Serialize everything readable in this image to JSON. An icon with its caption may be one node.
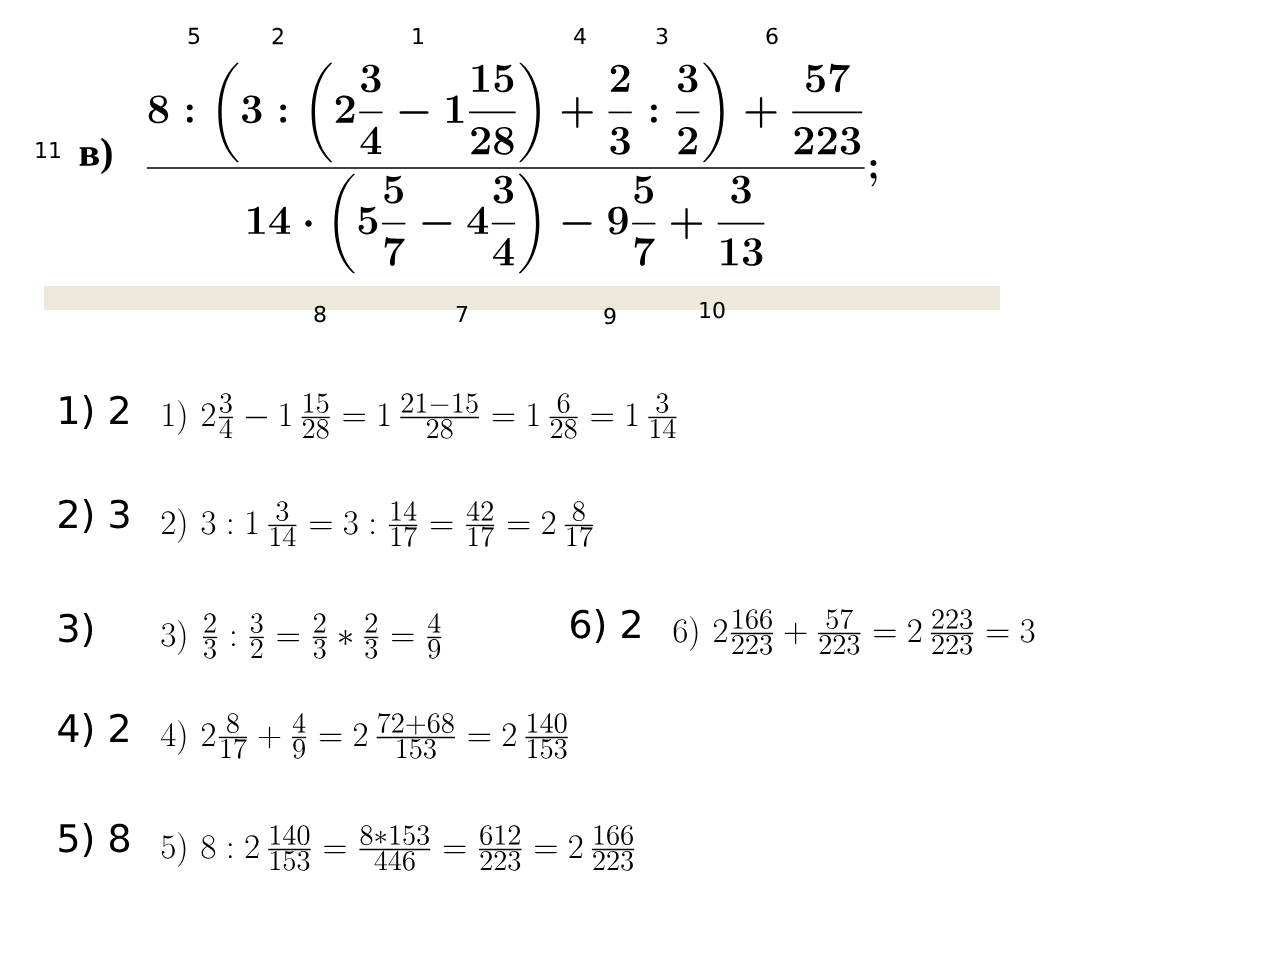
{
  "diagram": {
    "labels": [
      "5",
      "2",
      "1",
      "4",
      "3",
      "6",
      "11",
      "в)",
      "\\dfrac{8:\\left(3:\\left(2\\dfrac{3}{4}-1\\dfrac{15}{28}\\right)+\\dfrac{2}{3}:\\dfrac{3}{2}\\right)+\\dfrac{57}{223}}{14\\cdot\\left(5\\dfrac{5}{7}-4\\dfrac{3}{4}\\right)-9\\dfrac{5}{7}+\\dfrac{3}{13}};",
      "8",
      "7",
      "9",
      "10",
      "1) 2",
      "1)\\ 2\\frac{3}{4}-1\\,\\frac{15}{28}=1\\,\\frac{21-15}{28}=1\\,\\frac{6}{28}=1\\,\\frac{3}{14}",
      "2) 3",
      "2)\\ 3:1\\,\\frac{3}{14}=3:\\frac{14}{17}=\\frac{42}{17}=2\\,\\frac{8}{17}",
      "3)",
      "3)\\ \\frac{2}{3}:\\frac{3}{2}=\\frac{2}{3}*\\frac{2}{3}=\\frac{4}{9}",
      "6) 2",
      "6)\\ 2\\frac{166}{223}+\\frac{57}{223}=2\\,\\frac{223}{223}=3",
      "4) 2",
      "4)\\ 2\\frac{8}{17}+\\frac{4}{9}=2\\,\\frac{72+68}{153}=2\\,\\frac{140}{153}",
      "5) 8",
      "5)\\ 8:2\\,\\frac{140}{153}=\\frac{8*153}{446}=\\frac{612}{223}=2\\,\\frac{166}{223}"
    ]
  }
}
